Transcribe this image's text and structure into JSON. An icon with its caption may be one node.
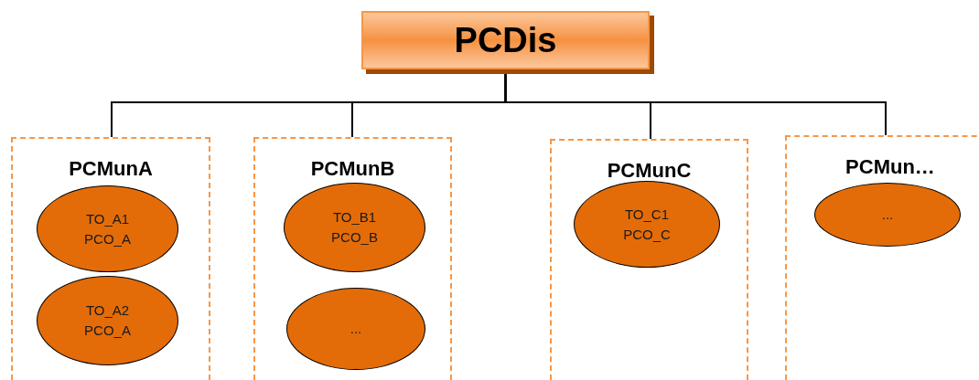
{
  "diagram": {
    "nodes": [
      {
        "text": [
          "PCDis"
        ]
      },
      {
        "text": [
          "PCMunA"
        ]
      },
      {
        "text": [
          "TO_A1 PCO_A"
        ],
        "in": 1
      },
      {
        "text": [
          "TO_A2 PCO_A"
        ],
        "in": 1
      },
      {
        "text": [
          "PCMunB"
        ]
      },
      {
        "text": [
          "TO_B1 PCO_B"
        ],
        "in": 4
      },
      {
        "text": [
          "..."
        ],
        "in": 4
      },
      {
        "text": [
          "PCMunC"
        ]
      },
      {
        "text": [
          "TO_C1 PCO_C"
        ],
        "in": 7
      },
      {
        "text": [
          "PCMun…"
        ]
      },
      {
        "text": [
          "..."
        ],
        "in": 9
      }
    ],
    "edges": [
      {
        "from": 0,
        "to": 1,
        "arrow": "none"
      },
      {
        "from": 0,
        "to": 4,
        "arrow": "none"
      },
      {
        "from": 0,
        "to": 7,
        "arrow": "none"
      },
      {
        "from": 0,
        "to": 9,
        "arrow": "none"
      }
    ]
  }
}
